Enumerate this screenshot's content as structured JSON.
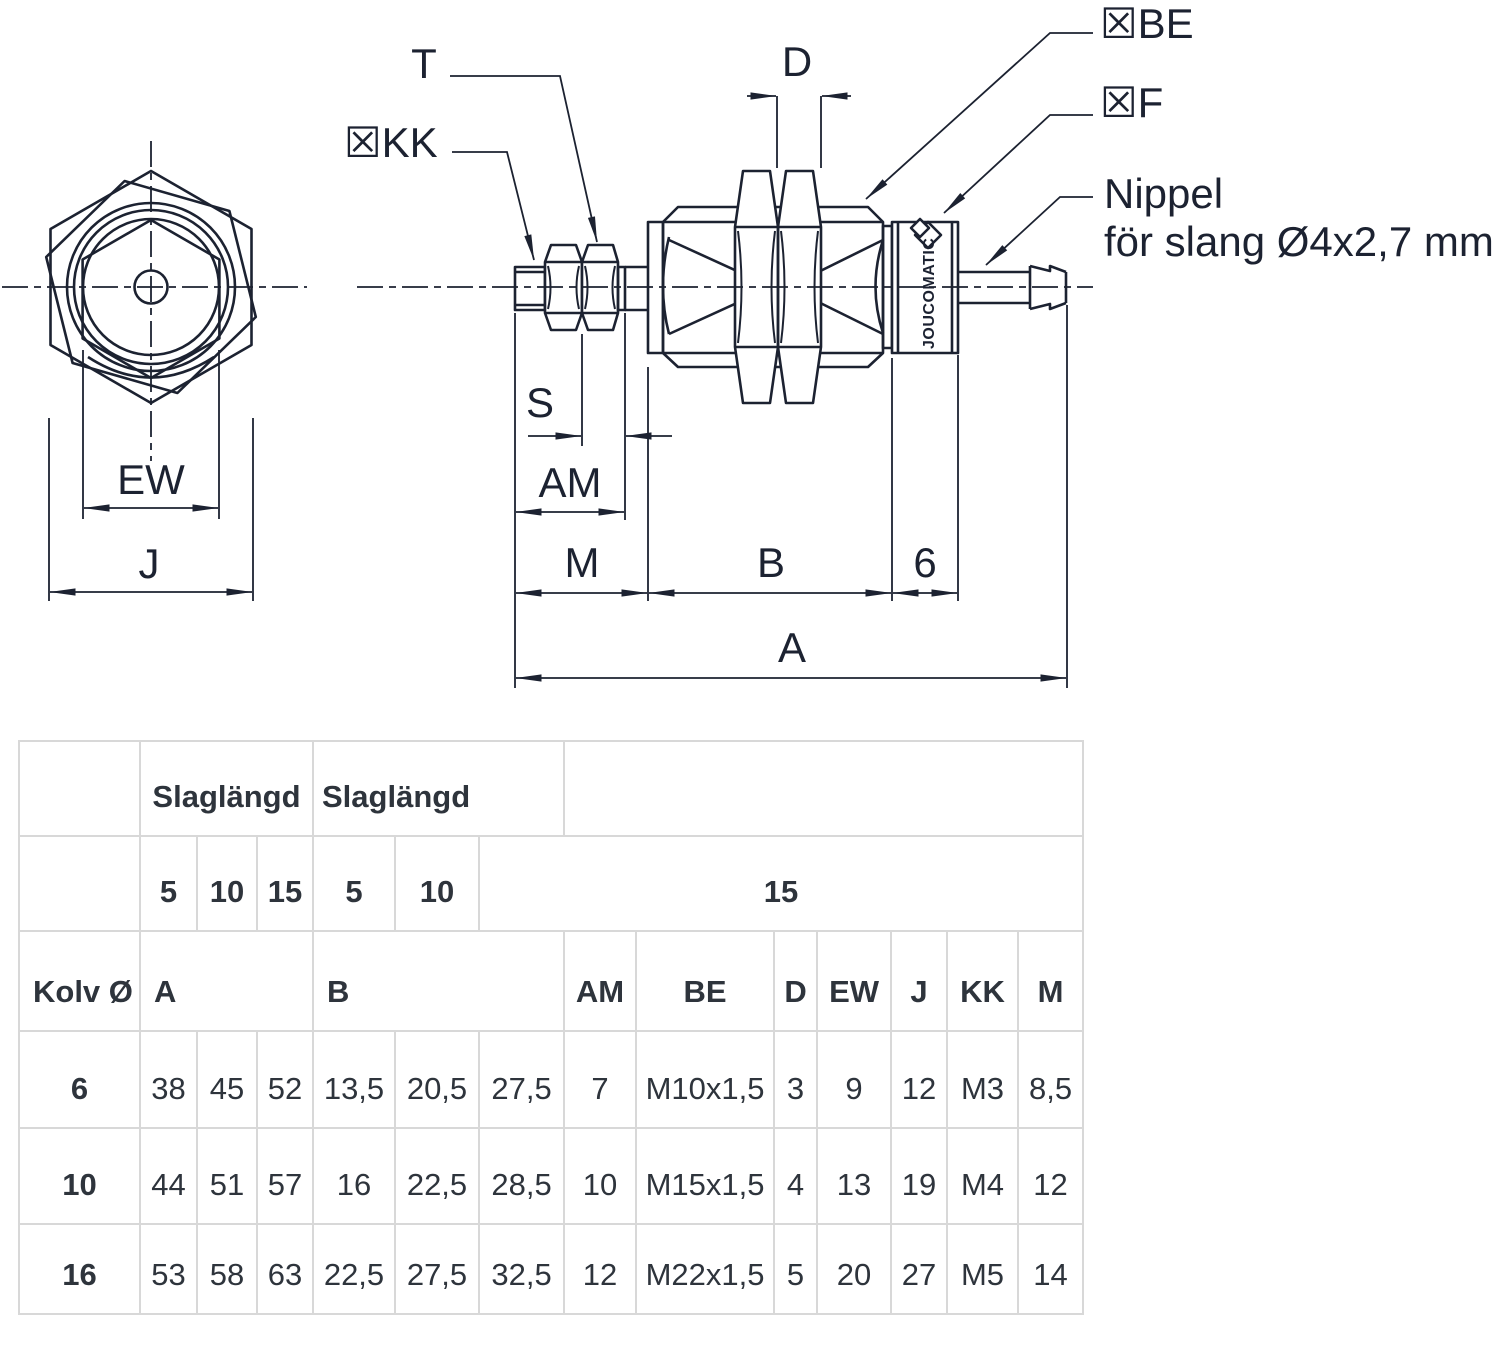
{
  "drawing": {
    "labels": {
      "t": "T",
      "kk": "☒KK",
      "d": "D",
      "be": "☒BE",
      "f": "☒F",
      "nippel_line1": "Nippel",
      "nippel_line2": "för slang Ø4x2,7 mm",
      "s": "S",
      "am": "AM",
      "m": "M",
      "b": "B",
      "six": "6",
      "a": "A",
      "ew": "EW",
      "j": "J"
    },
    "brand": "JOUCOMATIC"
  },
  "table": {
    "header": {
      "slaglangd_a": "Slaglängd",
      "slaglangd_b": "Slaglängd",
      "stroke_a": [
        "5",
        "10",
        "15"
      ],
      "stroke_b": [
        "5",
        "10"
      ],
      "stroke_merged": "15",
      "kolv": "Kolv Ø",
      "col_a": "A",
      "col_b": "B",
      "dims": [
        "AM",
        "BE",
        "D",
        "EW",
        "J",
        "KK",
        "M"
      ]
    },
    "rows": [
      {
        "kolv": "6",
        "a": [
          "38",
          "45",
          "52"
        ],
        "b": [
          "13,5",
          "20,5",
          "27,5"
        ],
        "am": "7",
        "be": "M10x1,5",
        "d": "3",
        "ew": "9",
        "j": "12",
        "kk": "M3",
        "m": "8,5"
      },
      {
        "kolv": "10",
        "a": [
          "44",
          "51",
          "57"
        ],
        "b": [
          "16",
          "22,5",
          "28,5"
        ],
        "am": "10",
        "be": "M15x1,5",
        "d": "4",
        "ew": "13",
        "j": "19",
        "kk": "M4",
        "m": "12"
      },
      {
        "kolv": "16",
        "a": [
          "53",
          "58",
          "63"
        ],
        "b": [
          "22,5",
          "27,5",
          "32,5"
        ],
        "am": "12",
        "be": "M22x1,5",
        "d": "5",
        "ew": "20",
        "j": "27",
        "kk": "M5",
        "m": "14"
      }
    ]
  },
  "colors": {
    "line": "#1c2231",
    "table_border": "#d8d8d8",
    "text": "#2e343c"
  }
}
